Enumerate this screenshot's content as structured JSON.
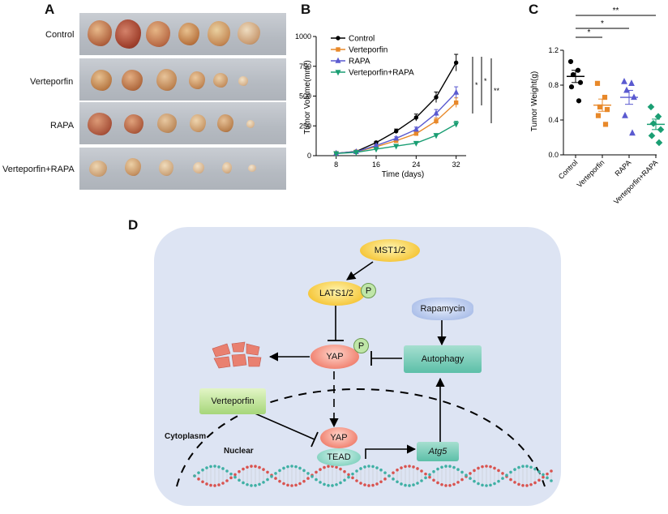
{
  "panels": {
    "a": "A",
    "b": "B",
    "c": "C",
    "d": "D"
  },
  "panel_a": {
    "rows": [
      "Control",
      "Verteporfin",
      "RAPA",
      "Verteporfin+RAPA"
    ]
  },
  "chart_data": [
    {
      "type": "line",
      "panel": "B",
      "xlabel": "Time (days)",
      "ylabel": "Tumor Volume(mm³)",
      "xticks": [
        8,
        16,
        24,
        32
      ],
      "yticks": [
        0,
        250,
        500,
        750,
        1000
      ],
      "xlim": [
        4,
        34
      ],
      "ylim": [
        0,
        1000
      ],
      "x": [
        8,
        12,
        16,
        20,
        24,
        28,
        32
      ],
      "series": [
        {
          "name": "Control",
          "color": "#000000",
          "marker": "circle",
          "values": [
            20,
            35,
            110,
            205,
            320,
            490,
            780
          ]
        },
        {
          "name": "Verteporfin",
          "color": "#e8892a",
          "marker": "square",
          "values": [
            20,
            32,
            75,
            125,
            185,
            290,
            445
          ]
        },
        {
          "name": "RAPA",
          "color": "#5a5ad0",
          "marker": "triangle",
          "values": [
            20,
            33,
            85,
            145,
            220,
            355,
            530
          ]
        },
        {
          "name": "Verteporfin+RAPA",
          "color": "#1a9e73",
          "marker": "triangle-down",
          "values": [
            18,
            28,
            55,
            80,
            105,
            170,
            265
          ]
        }
      ],
      "legend_position": "top-left",
      "significance": [
        "*",
        "*",
        "**"
      ]
    },
    {
      "type": "scatter",
      "panel": "C",
      "ylabel": "Tumor Weight(g)",
      "categories": [
        "Control",
        "Verteporfin",
        "RAPA",
        "Verteporfin+RAPA"
      ],
      "yticks": [
        "0.0",
        "0.4",
        "0.8",
        "1.2"
      ],
      "ylim": [
        0,
        1.2
      ],
      "groups": [
        {
          "name": "Control",
          "color": "#000000",
          "marker": "circle",
          "points": [
            1.07,
            0.97,
            0.92,
            0.83,
            0.78,
            0.62
          ],
          "mean": 0.9,
          "sem": 0.07
        },
        {
          "name": "Verteporfin",
          "color": "#e8892a",
          "marker": "square",
          "points": [
            0.82,
            0.66,
            0.55,
            0.52,
            0.45,
            0.35
          ],
          "mean": 0.57,
          "sem": 0.07
        },
        {
          "name": "RAPA",
          "color": "#5a5ad0",
          "marker": "triangle",
          "points": [
            0.84,
            0.82,
            0.74,
            0.66,
            0.45,
            0.25
          ],
          "mean": 0.66,
          "sem": 0.08
        },
        {
          "name": "Verteporfin+RAPA",
          "color": "#1a9e73",
          "marker": "diamond",
          "points": [
            0.55,
            0.44,
            0.36,
            0.29,
            0.22,
            0.14
          ],
          "mean": 0.35,
          "sem": 0.06
        }
      ],
      "significance": [
        "*",
        "*",
        "**"
      ]
    }
  ],
  "diagram": {
    "mst": "MST1/2",
    "lats": "LATS1/2",
    "p": "P",
    "yap": "YAP",
    "yap2": "YAP",
    "tead": "TEAD",
    "rapamycin": "Rapamycin",
    "autophagy": "Autophagy",
    "verteporfin": "Verteporfin",
    "atg5": "Atg5",
    "cytoplasm": "Cytoplasm",
    "nuclear": "Nuclear"
  }
}
